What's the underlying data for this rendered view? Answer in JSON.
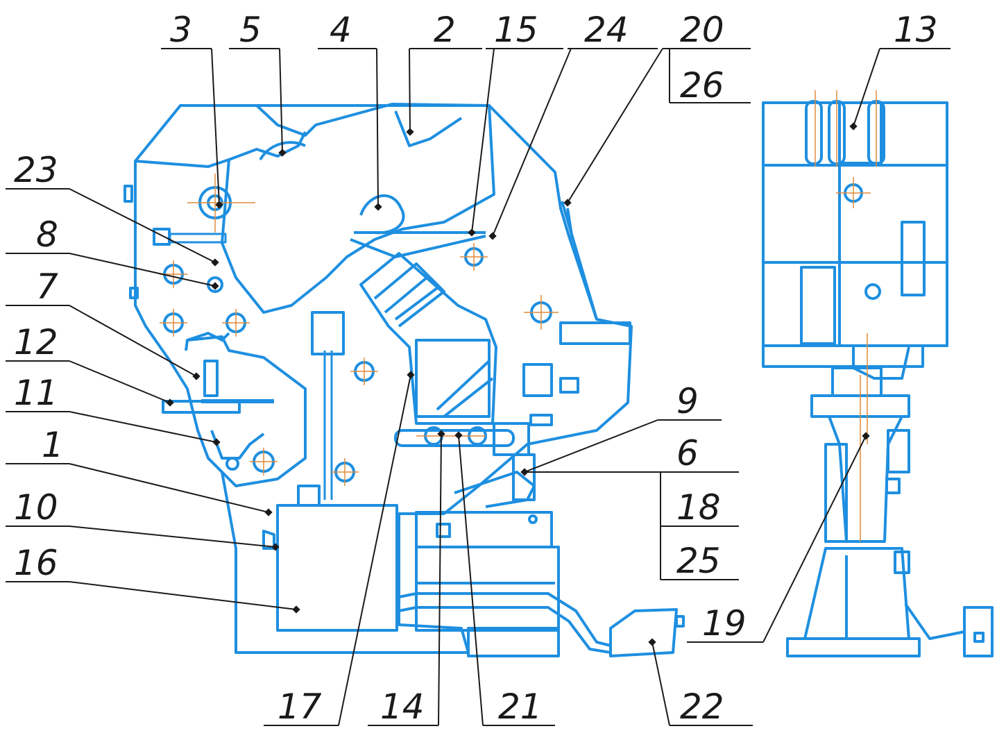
{
  "colors": {
    "machine": "#1e8fe0",
    "leader": "#1a1a1a",
    "axis": "#e08a3a",
    "background": "#ffffff"
  },
  "callouts": {
    "n1": "1",
    "n2": "2",
    "n3": "3",
    "n4": "4",
    "n5": "5",
    "n6": "6",
    "n7": "7",
    "n8": "8",
    "n9": "9",
    "n10": "10",
    "n11": "11",
    "n12": "12",
    "n13": "13",
    "n14": "14",
    "n15": "15",
    "n16": "16",
    "n17": "17",
    "n18": "18",
    "n19": "19",
    "n20": "20",
    "n21": "21",
    "n22": "22",
    "n23": "23",
    "n24": "24",
    "n25": "25",
    "n26": "26"
  }
}
